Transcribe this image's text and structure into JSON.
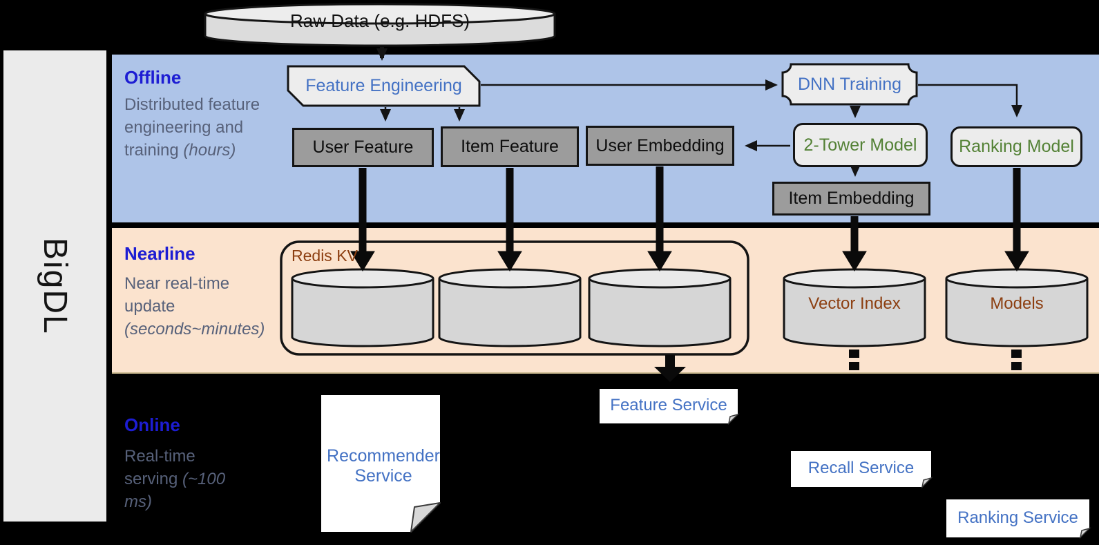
{
  "sidebar": {
    "label": "BigDL"
  },
  "sections": {
    "offline": {
      "label": "Offline",
      "desc": "Distributed feature engineering and training",
      "desc_italic": "(hours)"
    },
    "nearline": {
      "label": "Nearline",
      "desc": "Near real-time update",
      "desc_italic": "(seconds~minutes)"
    },
    "online": {
      "label": "Online",
      "desc": "Real-time serving",
      "desc_italic": "(~100 ms)"
    }
  },
  "nodes": {
    "raw_data": "Raw Data (e.g. HDFS)",
    "feature_engineering": "Feature Engineering",
    "dnn_training": "DNN Training",
    "user_feature": "User Feature",
    "item_feature": "Item Feature",
    "user_embedding": "User Embedding",
    "two_tower_model": "2-Tower Model",
    "ranking_model": "Ranking Model",
    "item_embedding": "Item Embedding",
    "redis_kv": "Redis KV",
    "vector_index": "Vector Index",
    "models": "Models",
    "recommender_service": "Recommender Service",
    "feature_service": "Feature Service",
    "recall_service": "Recall Service",
    "ranking_service": "Ranking Service"
  },
  "colors": {
    "background": "#000000",
    "offline_band": "#aec4e8",
    "nearline_band": "#fbe3ce",
    "sidebar_gray": "#ebebeb",
    "section_label_blue": "#1d1dd3",
    "section_desc_gray": "#57617a",
    "node_text_blue": "#4472c4",
    "node_text_green": "#538135",
    "node_text_brown": "#8c3e10",
    "gray_box_fill": "#9c9c9c",
    "light_shape_fill": "#ededed",
    "cylinder_fill": "#d6d6d6"
  }
}
